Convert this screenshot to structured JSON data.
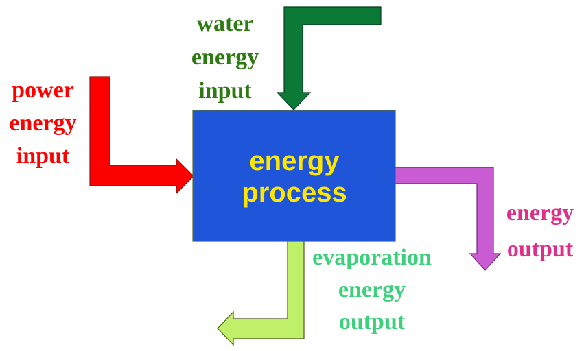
{
  "colors": {
    "power": "#ff0000",
    "water": "#0a7a36",
    "water_text": "#2e7a12",
    "process_box": "#1f55d9",
    "process_text": "#ffe600",
    "energy_output": "#c95bd3",
    "energy_output_text": "#e02d8a",
    "evaporation": "#c0f06a",
    "evaporation_text": "#3cd07a"
  },
  "process": {
    "line1": "energy",
    "line2": "process"
  },
  "power_input": {
    "line1": "power",
    "line2": "energy",
    "line3": "input"
  },
  "water_input": {
    "line1": "water",
    "line2": "energy",
    "line3": "input"
  },
  "energy_output": {
    "line1": "energy",
    "line2": "output"
  },
  "evaporation_output": {
    "line1": "evaporation",
    "line2": "energy",
    "line3": "output"
  }
}
